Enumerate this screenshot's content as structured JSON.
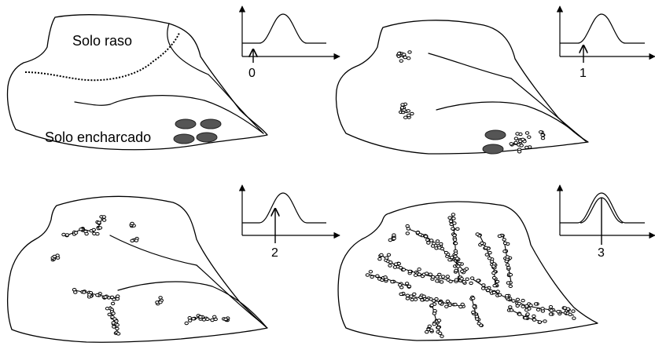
{
  "labels": {
    "bare_soil": "Solo raso",
    "waterlogged_soil": "Solo encharcado"
  },
  "panels": [
    {
      "stage": "0"
    },
    {
      "stage": "1"
    },
    {
      "stage": "2"
    },
    {
      "stage": "3"
    }
  ]
}
